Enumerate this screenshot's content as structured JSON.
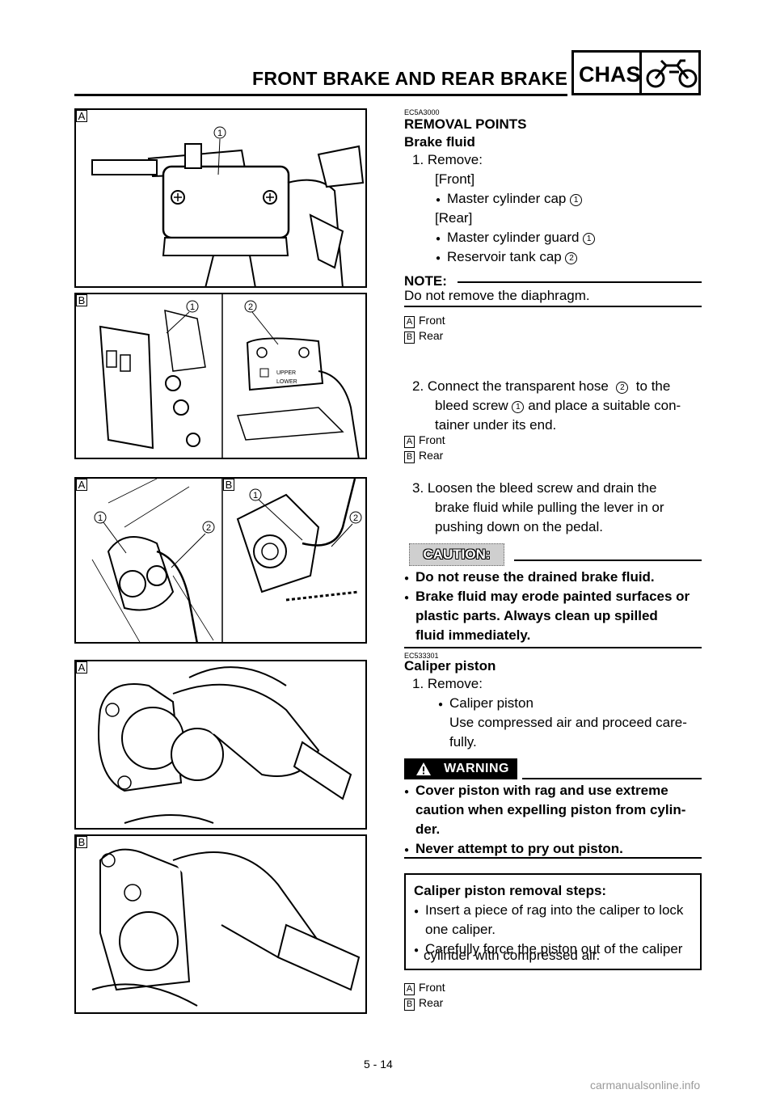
{
  "header": {
    "title": "FRONT BRAKE AND REAR BRAKE",
    "section_tag": "CHAS"
  },
  "figures": [
    {
      "label": "A",
      "callouts": [
        "1"
      ]
    },
    {
      "label": "B",
      "callouts": [
        "1",
        "2"
      ],
      "reservoir_text": [
        "UPPER",
        "LOWER"
      ]
    },
    {
      "labels": [
        "A",
        "B"
      ],
      "callouts": [
        "1",
        "2",
        "1",
        "2"
      ]
    },
    {
      "label": "A"
    },
    {
      "label": "B"
    }
  ],
  "content": {
    "code1": "EC5A3000",
    "removal_heading": "REMOVAL POINTS",
    "brake_fluid_heading": "Brake fluid",
    "step1": "1. Remove:",
    "front_bracket": "[Front]",
    "front_item1": "Master cylinder cap",
    "front_item1_num": "1",
    "rear_bracket": "[Rear]",
    "rear_item1": "Master cylinder guard",
    "rear_item1_num": "1",
    "rear_item2": "Reservoir tank cap",
    "rear_item2_num": "2",
    "note_label": "NOTE:",
    "note_text": "Do not remove the diaphragm.",
    "legend_a": "A",
    "legend_b": "B",
    "front": "Front",
    "rear": "Rear",
    "step2_a": "2. Connect the transparent hose",
    "step2_num_hose": "2",
    "step2_b": "to the",
    "step2_c": "bleed screw",
    "step2_num_screw": "1",
    "step2_d": "and place a suitable con-",
    "step2_e": "tainer under its end.",
    "step3_a": "3. Loosen the bleed screw and drain the",
    "step3_b": "brake fluid while pulling the lever in or",
    "step3_c": "pushing down on the pedal.",
    "caution_label": "CAUTION:",
    "caution1": "Do not reuse the drained brake fluid.",
    "caution2_a": "Brake fluid may erode painted surfaces or",
    "caution2_b": "plastic parts. Always clean up spilled",
    "caution2_c": "fluid immediately.",
    "code2": "EC533301",
    "caliper_heading": "Caliper piston",
    "cal_step1": "1. Remove:",
    "cal_item": "Caliper piston",
    "cal_desc_a": "Use compressed air and proceed care-",
    "cal_desc_b": "fully.",
    "warning_label": "WARNING",
    "warn1_a": "Cover piston with rag and use extreme",
    "warn1_b": "caution when expelling piston from cylin-",
    "warn1_c": "der.",
    "warn2": "Never attempt to pry out piston.",
    "steps_title": "Caliper piston removal steps:",
    "steps1_a": "Insert a piece of rag into the caliper to lock",
    "steps1_b": "one caliper.",
    "steps2_a": "Carefully force the piston out of the caliper",
    "steps2_b": "cylinder with compressed air."
  },
  "footer": {
    "page_number": "5 - 14",
    "watermark": "carmanualsonline.info"
  }
}
